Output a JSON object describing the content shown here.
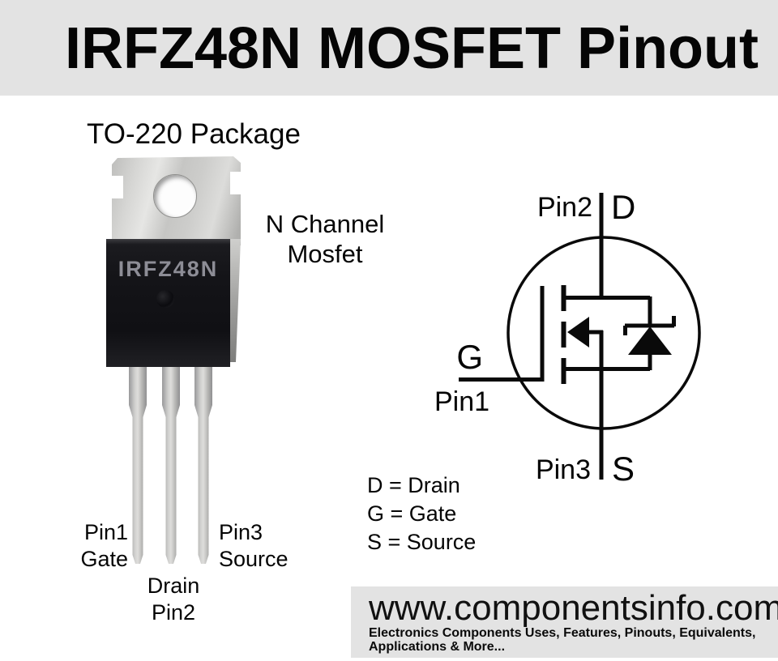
{
  "title": "IRFZ48N MOSFET Pinout",
  "package": {
    "heading": "TO-220 Package",
    "chip_label": "IRFZ48N",
    "type_line1": "N Channel",
    "type_line2": "Mosfet",
    "pin1_label": "Pin1",
    "pin1_name": "Gate",
    "pin2_name": "Drain",
    "pin2_label": "Pin2",
    "pin3_label": "Pin3",
    "pin3_name": "Source"
  },
  "schematic": {
    "drain_pin": "Pin2",
    "drain_letter": "D",
    "gate_letter": "G",
    "gate_pin": "Pin1",
    "source_pin": "Pin3",
    "source_letter": "S",
    "legend": [
      "D = Drain",
      "G = Gate",
      "S = Source"
    ]
  },
  "footer": {
    "website": "www.componentsinfo.com",
    "tagline_line1": "Electronics Components Uses, Features, Pinouts, Equivalents,",
    "tagline_line2": "Applications & More..."
  },
  "colors": {
    "banner": "#e3e3e3",
    "ink": "#0a0a0a",
    "chip": "#141418",
    "chip-text": "#8d8d96",
    "metal": "#c9c9c7",
    "background": "#ffffff"
  }
}
